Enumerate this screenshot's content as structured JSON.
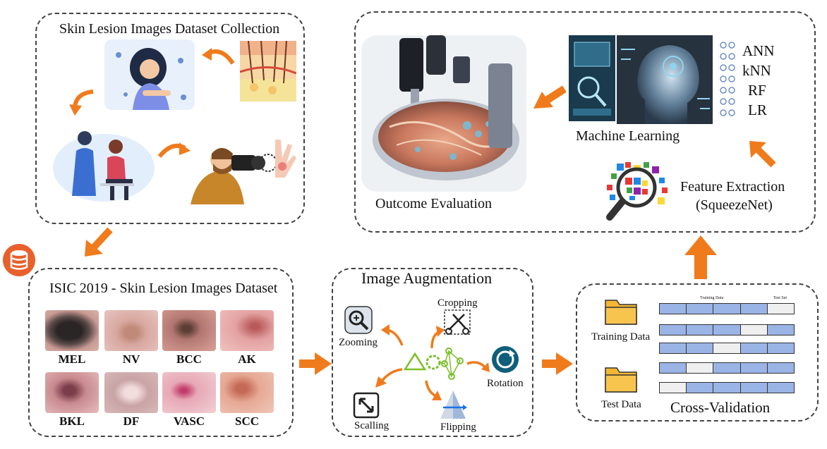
{
  "panels": {
    "collection": {
      "title": "Skin Lesion Images Dataset Collection"
    },
    "dataset": {
      "title": "ISIC 2019 - Skin Lesion Images Dataset",
      "classes": [
        "MEL",
        "NV",
        "BCC",
        "AK",
        "BKL",
        "DF",
        "VASC",
        "SCC"
      ]
    },
    "augmentation": {
      "title": "Image Augmentation",
      "ops": {
        "zooming": "Zooming",
        "cropping": "Cropping",
        "rotation": "Rotation",
        "scalling": "Scalling",
        "flipping": "Flipping"
      }
    },
    "cross_validation": {
      "title": "Cross-Validation",
      "training_data": "Training Data",
      "test_data": "Test Data",
      "header_training": "Training Data",
      "header_test": "Test Set",
      "folds": 5
    },
    "evaluation": {
      "outcome_label": "Outcome Evaluation",
      "ml_label": "Machine Learning",
      "models": [
        "ANN",
        "kNN",
        "RF",
        "LR"
      ],
      "feature_extraction": "Feature Extraction",
      "feature_model": "(SqueezeNet)"
    }
  },
  "colors": {
    "arrow": "#f07b1c",
    "fold_train": "#9bb4e6",
    "fold_test": "#efefef",
    "folder": "#f5b733",
    "database": "#e8602c",
    "aug_green": "#7cbf2b"
  }
}
